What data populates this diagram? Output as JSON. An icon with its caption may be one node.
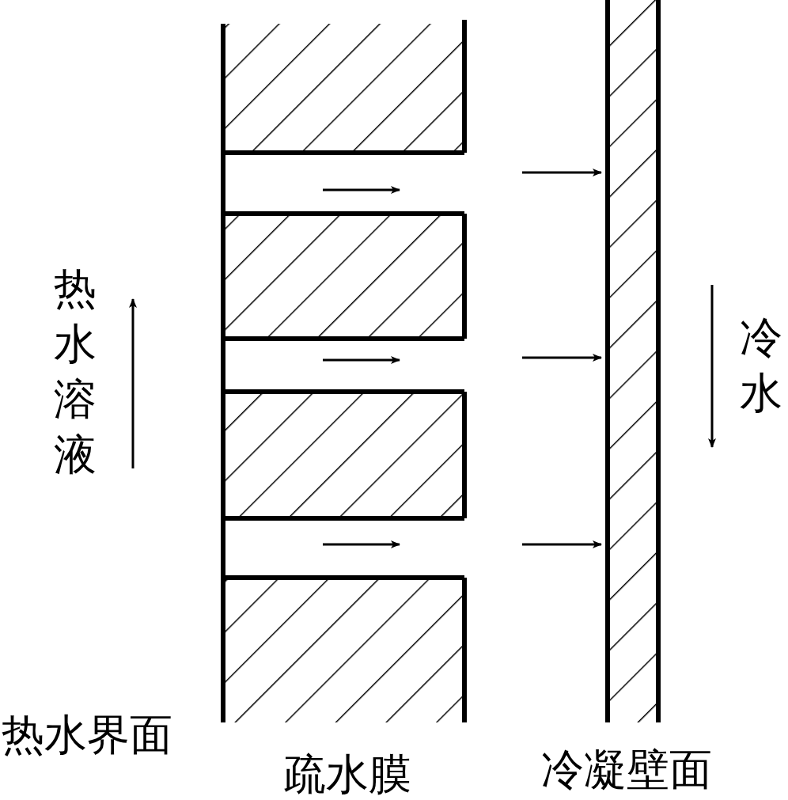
{
  "diagram": {
    "labels": [
      "热水溶液",
      "冷水",
      "热水界面",
      "疏水膜",
      "冷凝壁面"
    ]
  }
}
